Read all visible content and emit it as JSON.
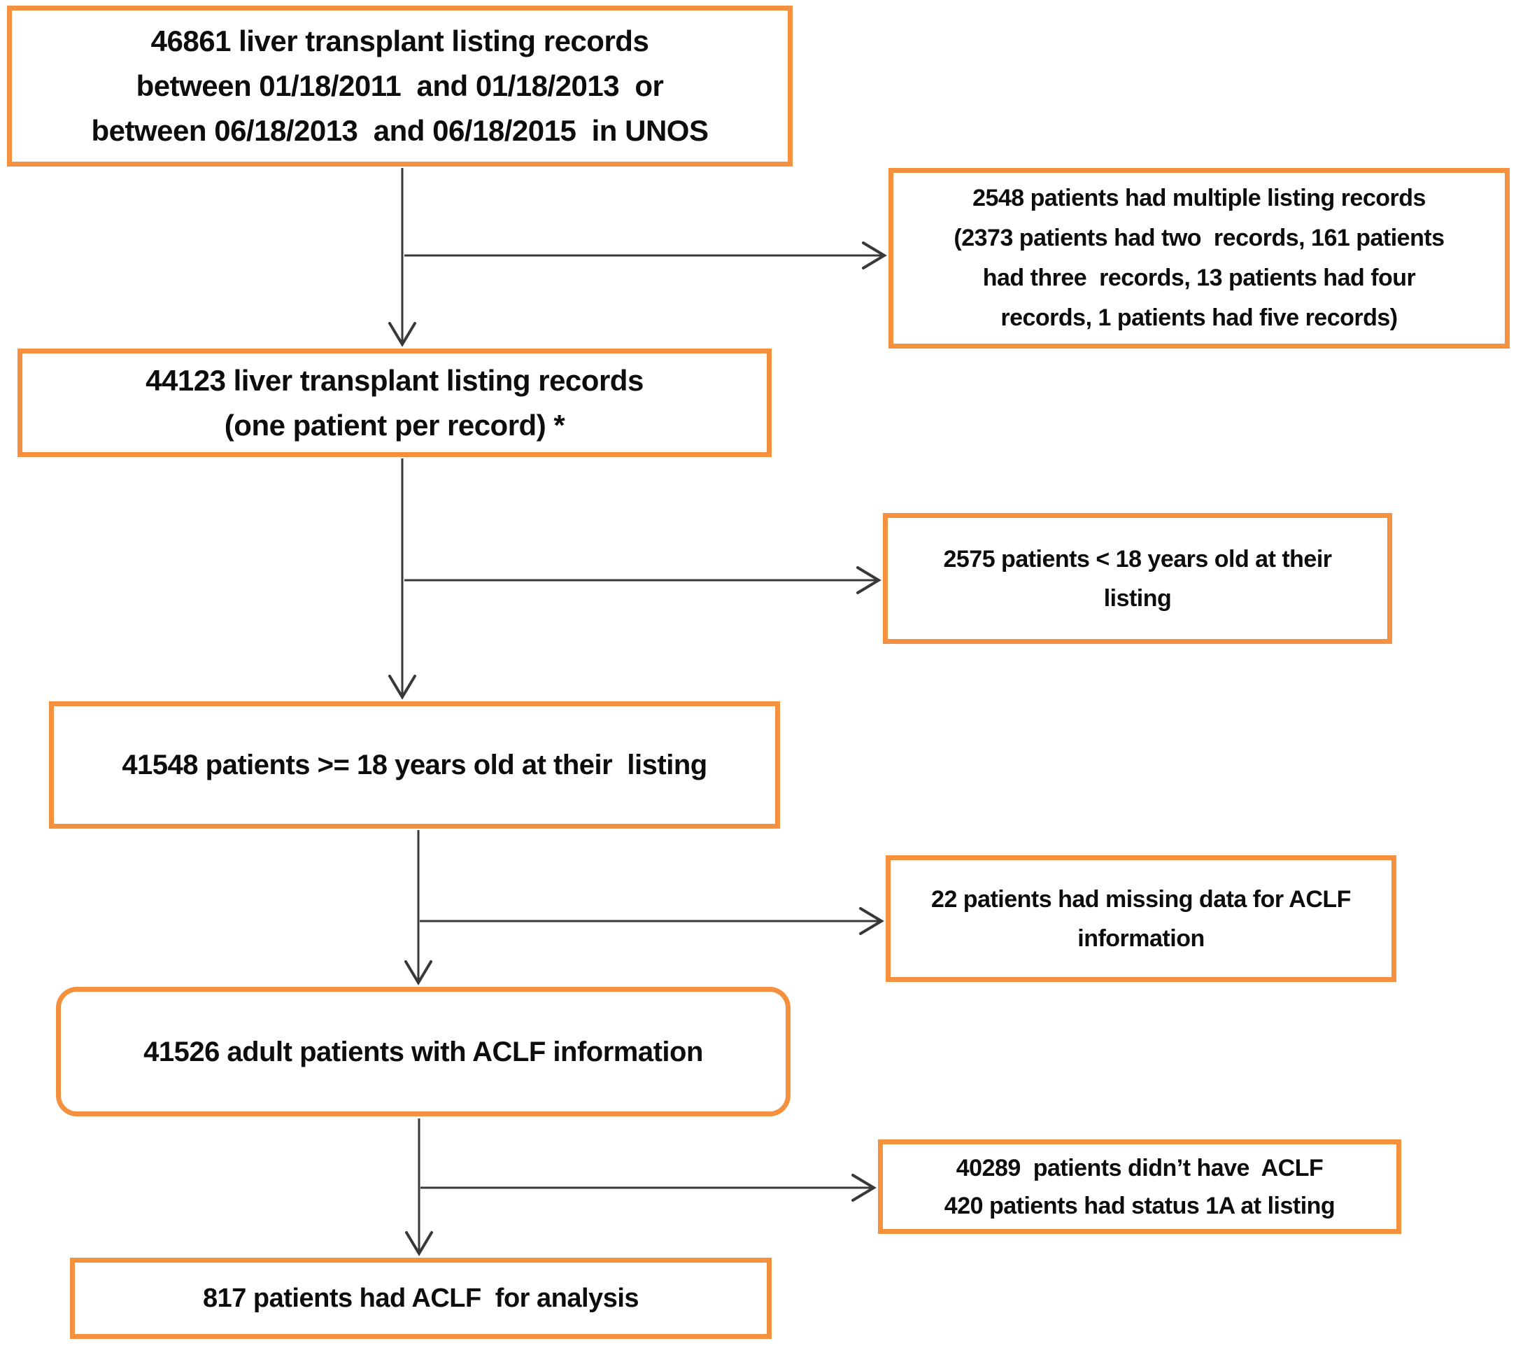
{
  "colors": {
    "accent": "#F5913E",
    "line": "#383838",
    "text": "#0d0d0d",
    "background": "#ffffff"
  },
  "nodes": {
    "total_listings": {
      "lines": [
        "46861 liver transplant listing records",
        "between 01/18/2011  and 01/18/2013  or",
        "between 06/18/2013  and 06/18/2015  in UNOS"
      ]
    },
    "unique_listings": {
      "lines": [
        "44123 liver transplant listing records",
        "(one patient per record) *"
      ]
    },
    "adult_patients": {
      "lines": [
        "41548 patients >= 18 years old at their  listing"
      ]
    },
    "aclf_information": {
      "lines": [
        "41526 adult patients with ACLF information"
      ]
    },
    "aclf_analysis": {
      "lines": [
        "817 patients had ACLF  for analysis"
      ]
    },
    "excluded_multiple_records": {
      "lines": [
        "2548 patients had multiple listing records",
        "(2373 patients had two  records, 161 patients",
        "had three  records, 13 patients had four",
        "records, 1 patients had five records)"
      ]
    },
    "excluded_under_18": {
      "lines": [
        "2575 patients < 18 years old at their",
        "listing"
      ]
    },
    "excluded_missing_aclf": {
      "lines": [
        "22 patients had missing data for ACLF",
        "information"
      ]
    },
    "excluded_no_aclf_status1a": {
      "lines": [
        "40289  patients didn’t have  ACLF",
        "420 patients had status 1A at listing"
      ]
    }
  }
}
